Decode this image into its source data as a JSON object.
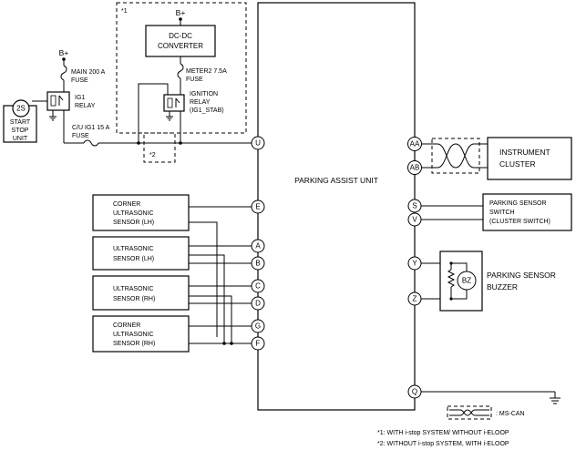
{
  "supply": {
    "bplus_1": "B+",
    "bplus_2": "B+"
  },
  "fuses": {
    "main": [
      "MAIN 200 A",
      "FUSE"
    ],
    "meter2": [
      "METER2 7.5A",
      "FUSE"
    ],
    "cu_ig1": [
      "C/U IG1 15 A",
      "FUSE"
    ]
  },
  "components": {
    "start_stop_symbol": "2S",
    "start_stop_unit": [
      "START",
      "STOP",
      "UNIT"
    ],
    "ig1_relay": [
      "IG1",
      "RELAY"
    ],
    "ignition_relay": [
      "IGNITION",
      "RELAY",
      "(IG1_STAB)"
    ],
    "dcdc_converter": [
      "DC-DC",
      "CONVERTER"
    ],
    "parking_assist_unit": "PARKING ASSIST UNIT",
    "instrument_cluster": [
      "INSTRUMENT",
      "CLUSTER"
    ],
    "parking_sensor_switch": [
      "PARKING SENSOR",
      "SWITCH",
      "(CLUSTER SWITCH)"
    ],
    "parking_sensor_buzzer": [
      "PARKING SENSOR",
      "BUZZER"
    ],
    "buzzer_symbol": "BZ",
    "corner_sensor_lh": [
      "CORNER",
      "ULTRASONIC",
      "SENSOR (LH)"
    ],
    "sensor_lh": [
      "ULTRASONIC",
      "SENSOR (LH)"
    ],
    "sensor_rh": [
      "ULTRASONIC",
      "SENSOR (RH)"
    ],
    "corner_sensor_rh": [
      "CORNER",
      "ULTRASONIC",
      "SENSOR (RH)"
    ]
  },
  "pins": {
    "U": "U",
    "E": "E",
    "A": "A",
    "B": "B",
    "C": "C",
    "D": "D",
    "G": "G",
    "F": "F",
    "AA": "AA",
    "AB": "AB",
    "S": "S",
    "V": "V",
    "Y": "Y",
    "Z": "Z",
    "Q": "Q"
  },
  "markers": {
    "star1": "*1",
    "star2": "*2"
  },
  "legend": {
    "ms_can": ": MS-CAN"
  },
  "footnotes": [
    "*1: WITH i-stop SYSTEM/ WITHOUT i-ELOOP",
    "*2: WITHOUT i-stop SYSTEM, WITH i-ELOOP"
  ]
}
